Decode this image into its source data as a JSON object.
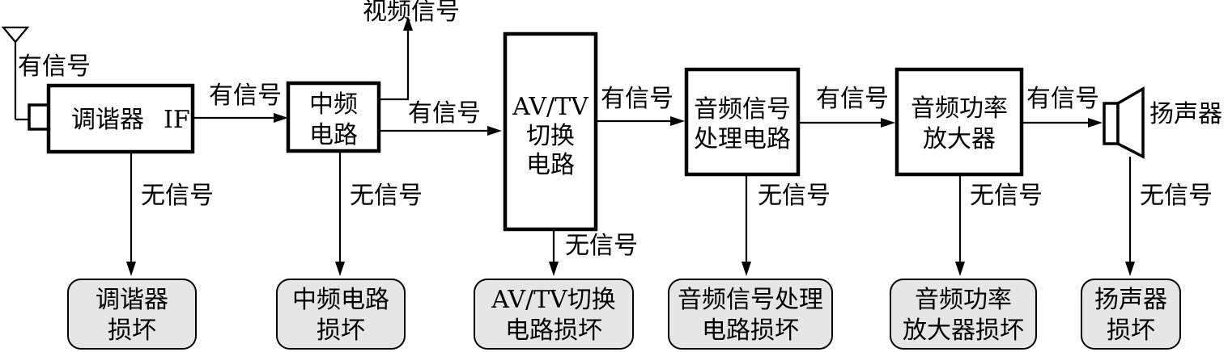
{
  "blocks": {
    "tuner": {
      "label": "调谐器",
      "sub": "IF"
    },
    "if_circuit": {
      "line1": "中频",
      "line2": "电路"
    },
    "av_switch": {
      "line1": "AV/TV",
      "line2": "切换",
      "line3": "电路"
    },
    "audio_proc": {
      "line1": "音频信号",
      "line2": "处理电路"
    },
    "audio_amp": {
      "line1": "音频功率",
      "line2": "放大器"
    },
    "speaker": {
      "label": "扬声器"
    }
  },
  "labels": {
    "antenna_signal": "有信号",
    "video_signal": "视频信号",
    "has_signal": "有信号",
    "no_signal": "无信号"
  },
  "results": {
    "tuner_fault": {
      "line1": "调谐器",
      "line2": "损坏"
    },
    "if_fault": {
      "line1": "中频电路",
      "line2": "损坏"
    },
    "av_fault": {
      "line1": "AV/TV切换",
      "line2": "电路损坏"
    },
    "audio_proc_fault": {
      "line1": "音频信号处理",
      "line2": "电路损坏"
    },
    "audio_amp_fault": {
      "line1": "音频功率",
      "line2": "放大器损坏"
    },
    "speaker_fault": {
      "line1": "扬声器",
      "line2": "损坏"
    }
  }
}
